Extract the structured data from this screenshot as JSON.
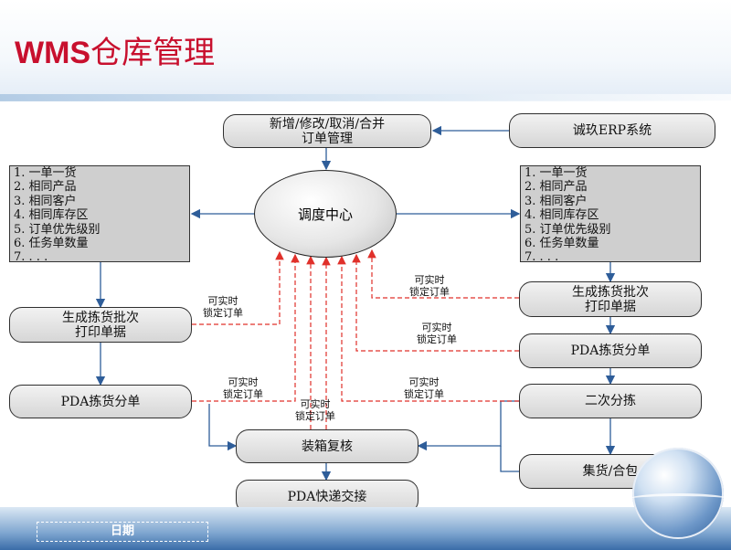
{
  "title": {
    "latin": "WMS",
    "cjk": "仓库管理"
  },
  "footer": {
    "date_label": "日期"
  },
  "nodes": {
    "order_mgmt": "新增/修改/取消/合并\n订单管理",
    "erp": "诚玖ERP系统",
    "dispatch": "调度中心",
    "left_pick_batch": "生成拣货批次\n打印单据",
    "left_pda_pick": "PDA拣货分单",
    "right_pick_batch": "生成拣货批次\n打印单据",
    "right_pda_pick": "PDA拣货分单",
    "second_sort": "二次分拣",
    "consolidate": "集货/合包",
    "pack_check": "装箱复核",
    "pda_express": "PDA快递交接"
  },
  "left_list": [
    "1. 一单一货",
    "2. 相同产品",
    "3. 相同客户",
    "4. 相同库存区",
    "5. 订单优先级别",
    "6. 任务单数量",
    "7. . . ."
  ],
  "right_list": [
    "1. 一单一货",
    "2. 相同产品",
    "3. 相同客户",
    "4. 相同库存区",
    "5. 订单优先级别",
    "6. 任务单数量",
    "7. . . ."
  ],
  "lock_labels": [
    "可实时\n锁定订单",
    "可实时\n锁定订单",
    "可实时\n锁定订单",
    "可实时\n锁定订单",
    "可实时\n锁定订单",
    "可实时\n锁定订单"
  ],
  "colors": {
    "title": "#c8102e",
    "arrow": "#2e5d99",
    "lock_arrow": "#e0302a"
  }
}
